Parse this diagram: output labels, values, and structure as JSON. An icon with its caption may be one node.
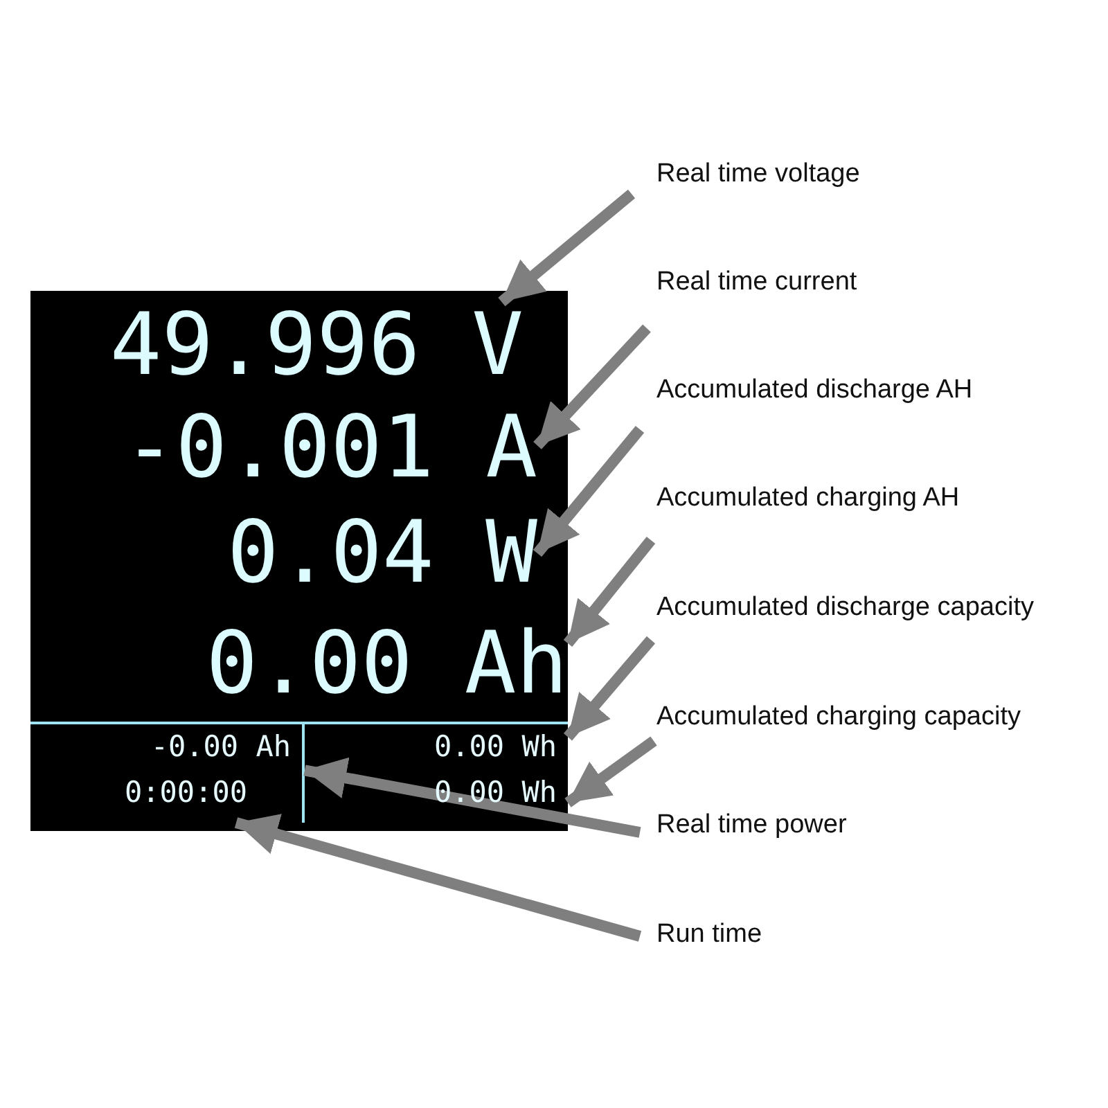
{
  "diagram": {
    "nodes": [
      {
        "text": [],
        "shape": "box"
      },
      {
        "text": [
          "49.996 V"
        ],
        "in": 0
      },
      {
        "text": [
          "-0.001 A"
        ],
        "in": 0
      },
      {
        "text": [
          "0.04 W"
        ],
        "in": 0
      },
      {
        "text": [
          "0.00 Ah"
        ],
        "in": 0
      },
      {
        "text": [
          "-0.00 Ah"
        ],
        "in": 0
      },
      {
        "text": [
          "0.00 Wh"
        ],
        "in": 0
      },
      {
        "text": [
          "0:00:00"
        ],
        "in": 0
      },
      {
        "text": [
          "0.00 Wh"
        ],
        "in": 0
      },
      {
        "text": [
          "Real time voltage"
        ]
      },
      {
        "text": [
          "Real time current"
        ]
      },
      {
        "text": [
          "Accumulated discharge AH"
        ]
      },
      {
        "text": [
          "Accumulated charging AH"
        ]
      },
      {
        "text": [
          "Accumulated discharge capacity"
        ]
      },
      {
        "text": [
          "Accumulated charging capacity"
        ]
      },
      {
        "text": [
          "Real time power"
        ]
      },
      {
        "text": [
          "Run time"
        ]
      }
    ],
    "edges": [
      {
        "from": 9,
        "to": 1,
        "arrow": "to"
      },
      {
        "from": 10,
        "to": 2,
        "arrow": "to"
      },
      {
        "from": 11,
        "to": 3,
        "arrow": "to"
      },
      {
        "from": 12,
        "to": 4,
        "arrow": "to"
      },
      {
        "from": 13,
        "to": 6,
        "arrow": "to"
      },
      {
        "from": 14,
        "to": 8,
        "arrow": "to"
      },
      {
        "from": 15,
        "to": 5,
        "arrow": "to"
      },
      {
        "from": 16,
        "to": 7,
        "arrow": "to"
      }
    ]
  }
}
